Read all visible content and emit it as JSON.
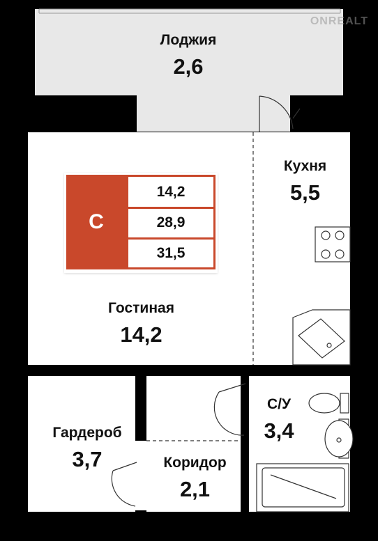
{
  "rooms": {
    "loggia": {
      "name": "Лоджия",
      "area": "2,6"
    },
    "kitchen": {
      "name": "Кухня",
      "area": "5,5"
    },
    "living": {
      "name": "Гостиная",
      "area": "14,2"
    },
    "wardrobe": {
      "name": "Гардероб",
      "area": "3,7"
    },
    "corridor": {
      "name": "Коридор",
      "area": "2,1"
    },
    "bathroom": {
      "name": "С/У",
      "area": "3,4"
    }
  },
  "legend": {
    "type": "С",
    "living_area": "14,2",
    "total_area": "28,9",
    "total_with_loggia": "31,5"
  },
  "watermark": "ONREALT",
  "colors": {
    "background": "#000000",
    "floor": "#ffffff",
    "loggia": "#e8e8e8",
    "accent": "#c9482b"
  }
}
